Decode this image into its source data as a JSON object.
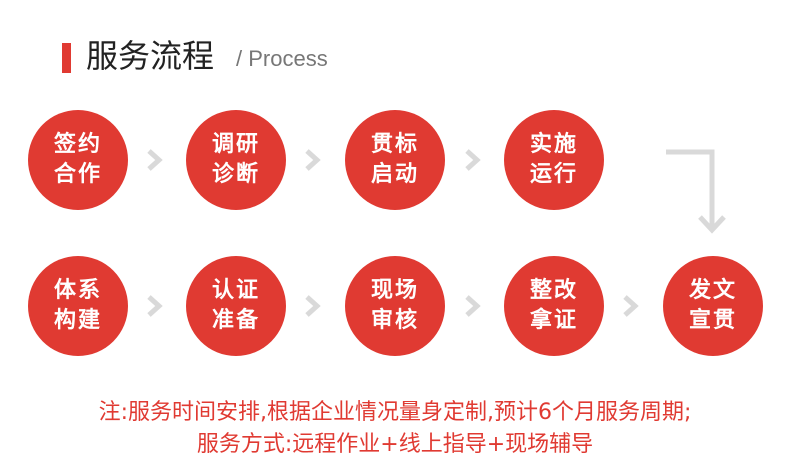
{
  "header": {
    "title_cn": "服务流程",
    "title_en": "/  Process"
  },
  "colors": {
    "accent": "#e03a32",
    "arrow": "#d9d9d9"
  },
  "steps": [
    {
      "line1": "签约",
      "line2": "合作"
    },
    {
      "line1": "调研",
      "line2": "诊断"
    },
    {
      "line1": "贯标",
      "line2": "启动"
    },
    {
      "line1": "实施",
      "line2": "运行"
    },
    {
      "line1": "体系",
      "line2": "构建"
    },
    {
      "line1": "认证",
      "line2": "准备"
    },
    {
      "line1": "现场",
      "line2": "审核"
    },
    {
      "line1": "整改",
      "line2": "拿证"
    },
    {
      "line1": "发文",
      "line2": "宣贯"
    }
  ],
  "notes": {
    "line1": "注:服务时间安排,根据企业情况量身定制,预计6个月服务周期;",
    "line2": "服务方式:远程作业+线上指导+现场辅导"
  }
}
